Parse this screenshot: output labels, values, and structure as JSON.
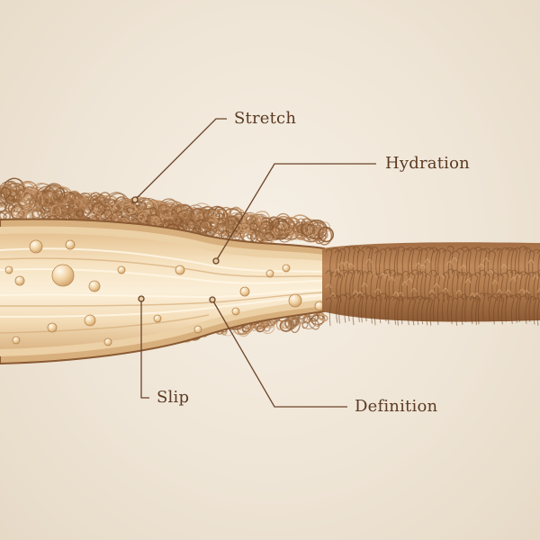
{
  "labels": {
    "stretch": "Stretch",
    "hydration": "Hydration",
    "slip": "Slip",
    "definition": "Definition"
  },
  "colors": {
    "hair_dark": "#8a5a33",
    "hair_mid": "#b07d52",
    "hair_light": "#c89a6e",
    "core_cream": "#f3dcb7",
    "core_light": "#fbeed6",
    "sheath": "#e9c89b",
    "leader": "#6b4429",
    "label_text": "#5a3a22"
  }
}
